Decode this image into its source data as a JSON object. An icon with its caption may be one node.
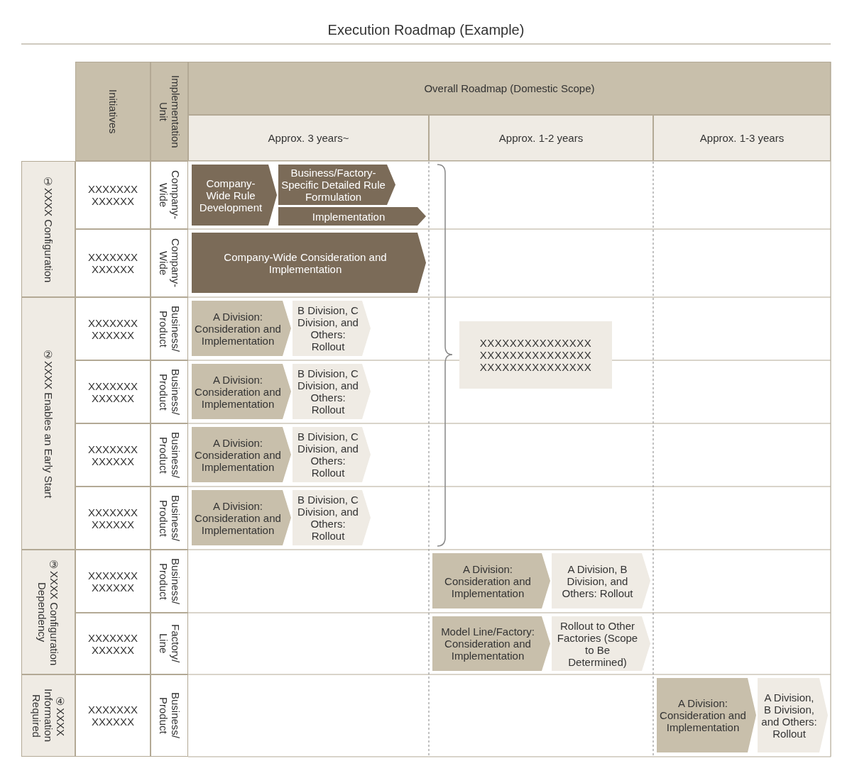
{
  "diagram": {
    "title": "Execution Roadmap (Example)",
    "nodes": [
      {
        "text": [
          "Company-Wide Rule Development"
        ]
      },
      {
        "text": [
          "Business/Factory-Specific Detailed Rule Formulation"
        ]
      },
      {
        "text": [
          "Implementation"
        ]
      },
      {
        "text": [
          "Company-Wide Consideration and Implementation"
        ]
      },
      {
        "text": [
          "A Division: Consideration and Implementation"
        ]
      },
      {
        "text": [
          "B Division, C Division, and Others: Rollout"
        ]
      },
      {
        "text": [
          "XXXXXXXXXXXXXXX XXXXXXXXXXXXXXX XXXXXXXXXXXXXXX"
        ]
      },
      {
        "text": [
          "A Division: Consideration and Implementation"
        ]
      },
      {
        "text": [
          "B Division, C Division, and Others: Rollout"
        ]
      },
      {
        "text": [
          "A Division: Consideration and Implementation"
        ]
      },
      {
        "text": [
          "B Division, C Division, and Others: Rollout"
        ]
      },
      {
        "text": [
          "A Division: Consideration and Implementation"
        ]
      },
      {
        "text": [
          "B Division, C Division, and Others: Rollout"
        ]
      },
      {
        "text": [
          "A Division: Consideration and Implementation"
        ]
      },
      {
        "text": [
          "A Division, B Division, and Others: Rollout"
        ]
      },
      {
        "text": [
          "Model Line/Factory: Consideration and Implementation"
        ]
      },
      {
        "text": [
          "Rollout to Other Factories (Scope to Be Determined)"
        ]
      },
      {
        "text": [
          "A Division: Consideration and Implementation"
        ]
      },
      {
        "text": [
          "A Division, B Division, and Others: Rollout"
        ]
      }
    ],
    "labels": [
      "Initiatives",
      "Implementation Unit",
      "Overall Roadmap (Domestic Scope)",
      "Approx. 3 years~",
      "Approx. 1-2 years",
      "Approx. 1-3 years",
      "①XXXX Configuration",
      "XXXXXXX XXXXXX",
      "Company-Wide",
      "XXXXXXX XXXXXX",
      "Company-Wide",
      "②XXXX Enables an Early Start",
      "XXXXXXX XXXXXX",
      "Business/ Product",
      "XXXXXXX XXXXXX",
      "Business/ Product",
      "XXXXXXX XXXXXX",
      "Business/ Product",
      "XXXXXXX XXXXXX",
      "Business/ Product",
      "③XXXX Configuration Dependency",
      "XXXXXXX XXXXXX",
      "Business/ Product",
      "XXXXXXX XXXXXX",
      "Factory/ Line",
      "④XXXX Information Required",
      "XXXXXXX XXXXXX",
      "Business/ Product"
    ]
  }
}
